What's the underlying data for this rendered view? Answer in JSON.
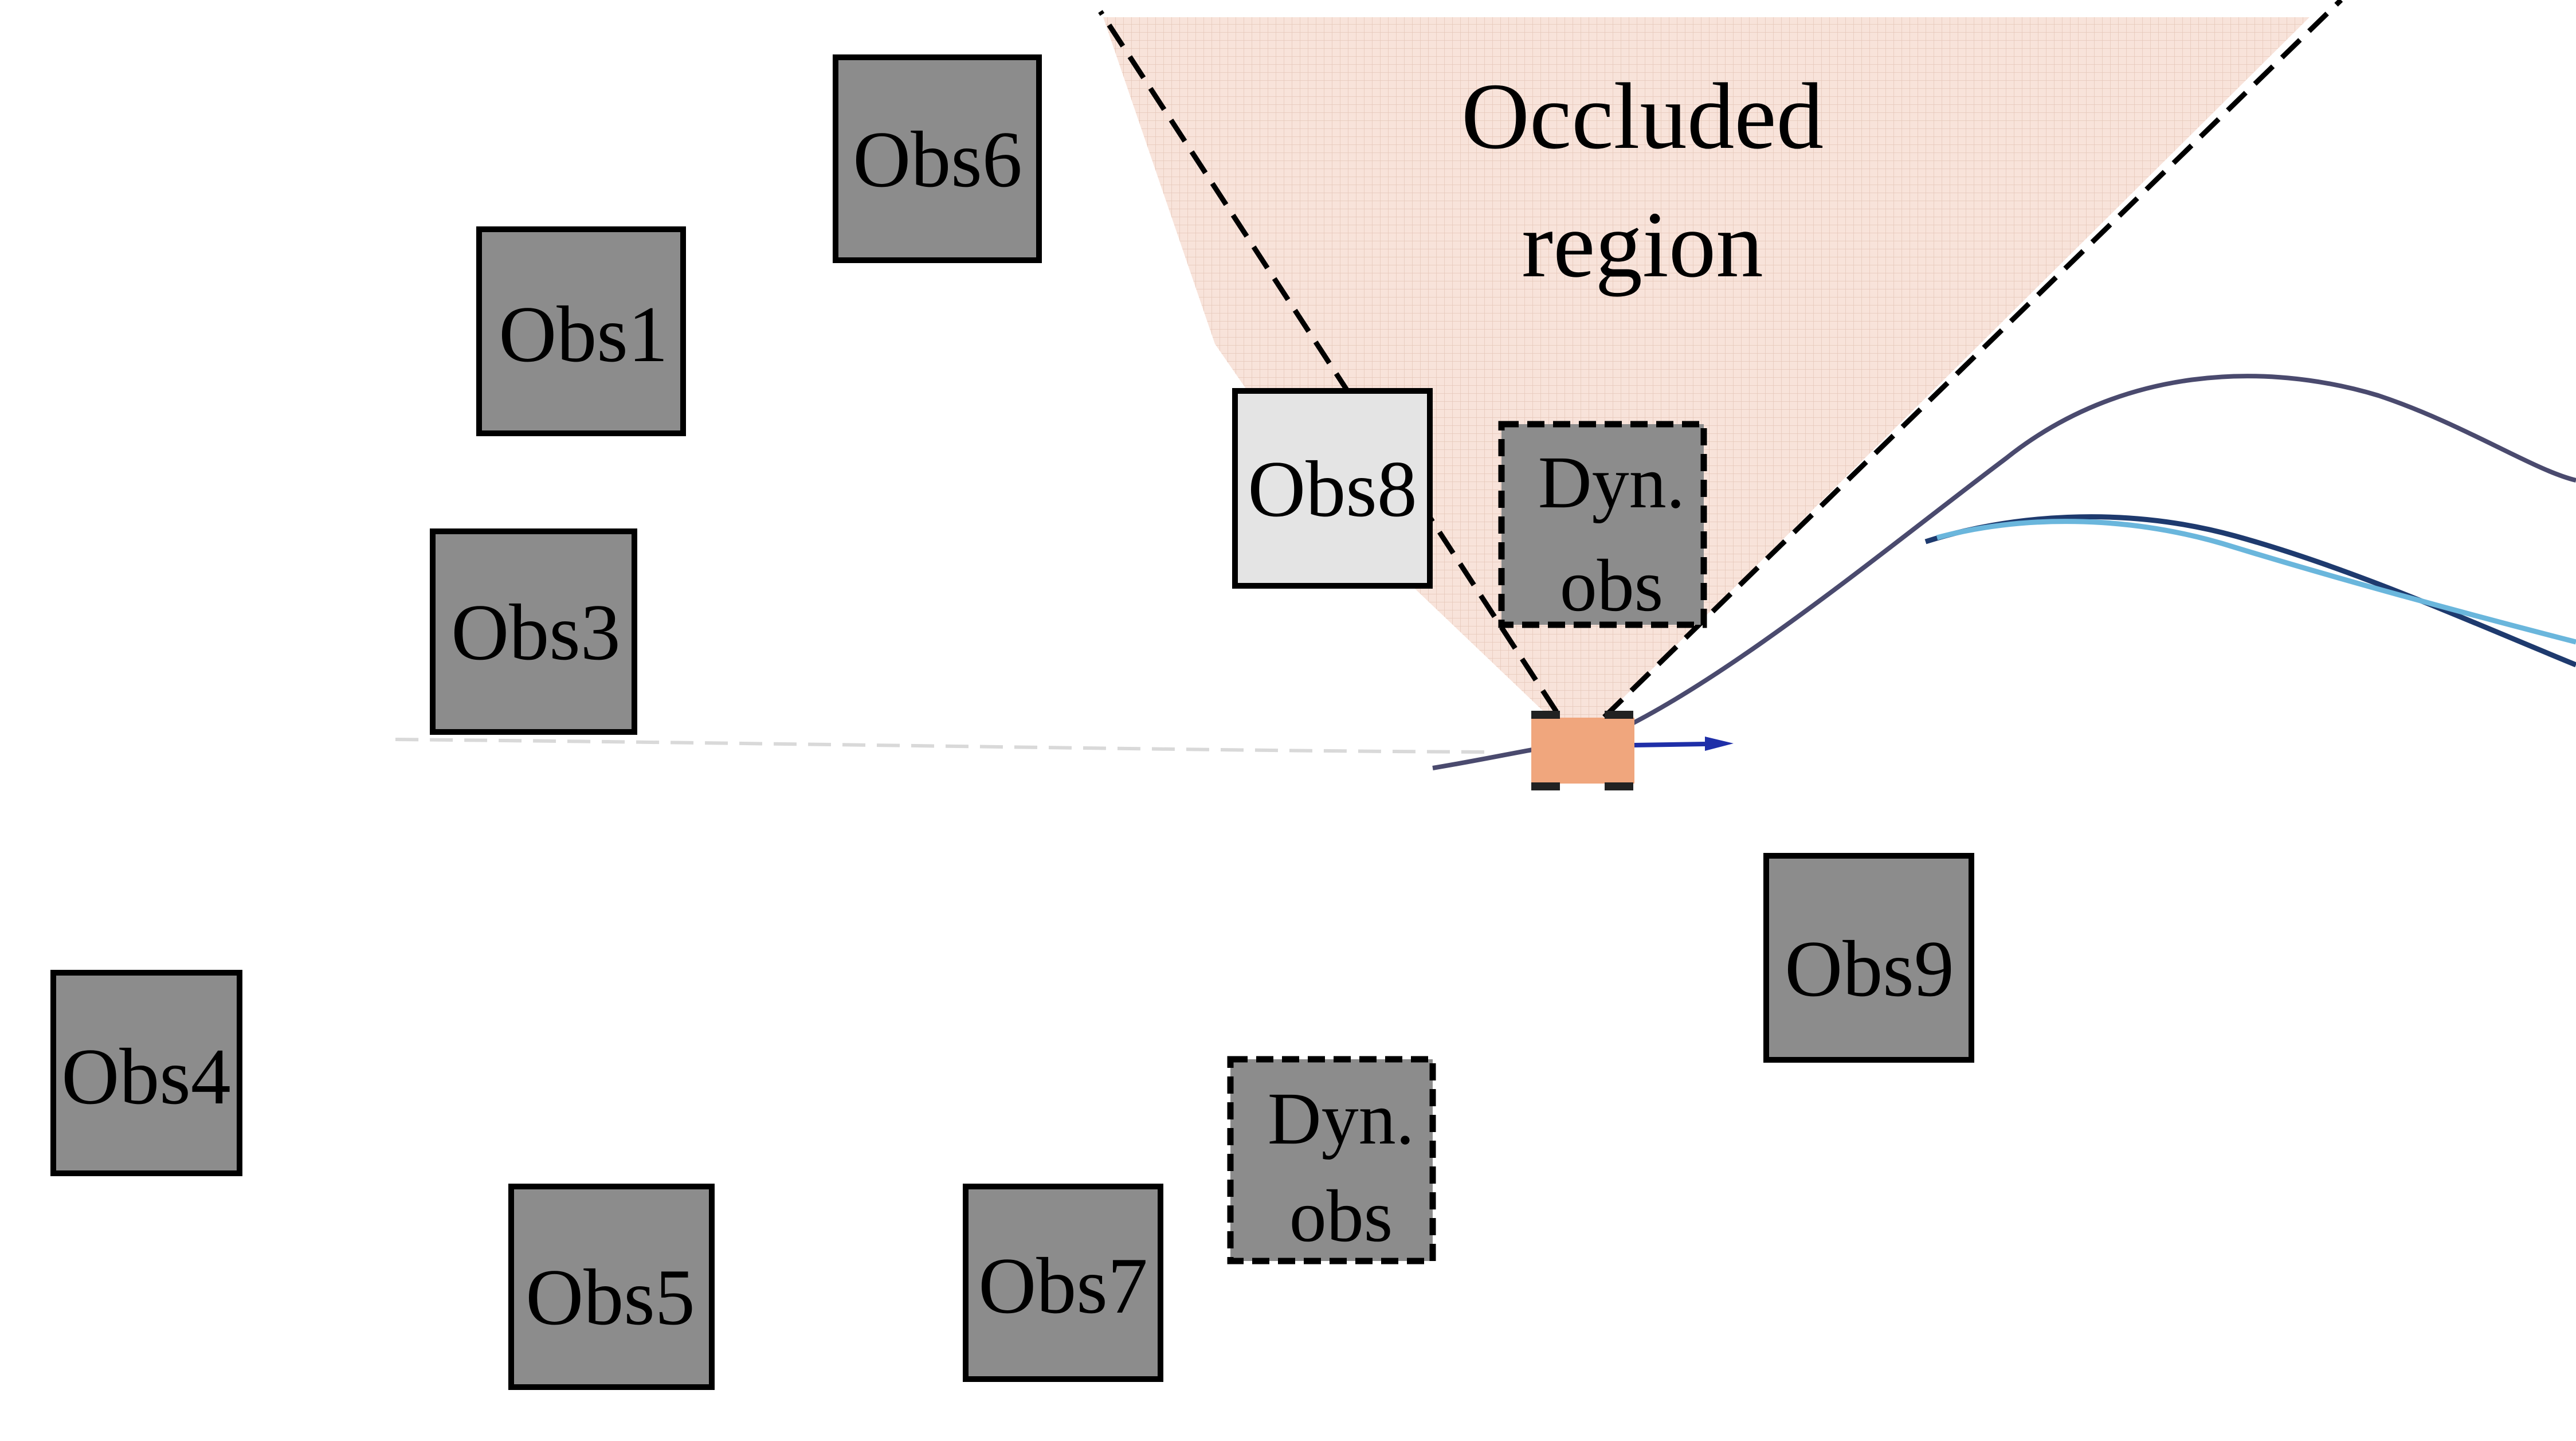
{
  "occluded_region": {
    "line1": "Occluded",
    "line2": "region"
  },
  "static_obstacles": [
    {
      "id": "obs1",
      "label": "Obs1"
    },
    {
      "id": "obs3",
      "label": "Obs3"
    },
    {
      "id": "obs4",
      "label": "Obs4"
    },
    {
      "id": "obs5",
      "label": "Obs5"
    },
    {
      "id": "obs6",
      "label": "Obs6"
    },
    {
      "id": "obs7",
      "label": "Obs7"
    },
    {
      "id": "obs8",
      "label": "Obs8"
    },
    {
      "id": "obs9",
      "label": "Obs9"
    }
  ],
  "dynamic_obstacles": [
    {
      "id": "dyn-top",
      "line1": "Dyn.",
      "line2": "obs"
    },
    {
      "id": "dyn-bottom",
      "line1": "Dyn.",
      "line2": "obs"
    }
  ],
  "colors": {
    "obstacle_fill": "#8c8c8c",
    "occluding_obstacle_fill": "#e4e4e4",
    "occluded_region_fill": "#f8e3da",
    "ego_vehicle": "#f0a67d",
    "heading_arrow": "#1f2fa8",
    "trajectory_main": "#4a4a6e",
    "trajectory_dark": "#1e3a6e",
    "trajectory_light": "#6ab6dc",
    "outline": "#000000"
  }
}
